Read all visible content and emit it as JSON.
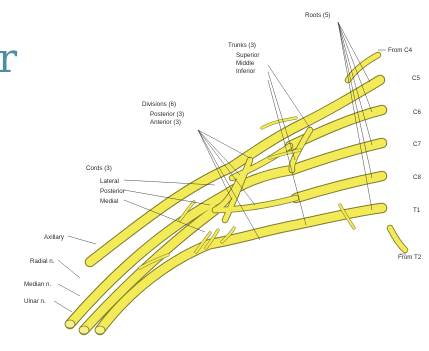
{
  "labels": {
    "roots": "Roots (5)",
    "from_c4": "From C4",
    "c5": "C5",
    "c6": "C6",
    "c7": "C7",
    "c8": "C8",
    "t1": "T1",
    "from_t2": "From T2",
    "trunks": "Trunks (3)",
    "superior": "Superior",
    "middle": "Middle",
    "inferior": "Inferior",
    "divisions": "Divisions (6)",
    "posterior_div": "Posterior (3)",
    "anterior_div": "Anterior (3)",
    "cords": "Cords (3)",
    "lateral": "Lateral",
    "posterior_cord": "Posterior",
    "medial": "Medial",
    "axillary": "Axillary",
    "radial": "Radial n.",
    "median": "Median n.",
    "ulnar": "Ulnar n."
  },
  "decorative_letter": "r",
  "colors": {
    "nerve_fill": "#f3ea58",
    "nerve_edge": "#7e7a2a",
    "label_text": "#2b2b2b",
    "accent_letter": "#4f8ea2"
  }
}
